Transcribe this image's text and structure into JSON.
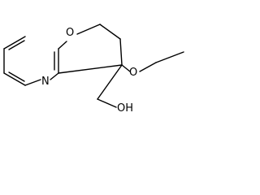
{
  "molecule": {
    "atoms": {
      "ring_oxygen": "O",
      "ring_nitrogen": "N",
      "ether_oxygen": "O",
      "hydroxyl": "OH"
    },
    "colors": {
      "bond": "#000000",
      "label": "#000000",
      "background": "#ffffff"
    }
  }
}
